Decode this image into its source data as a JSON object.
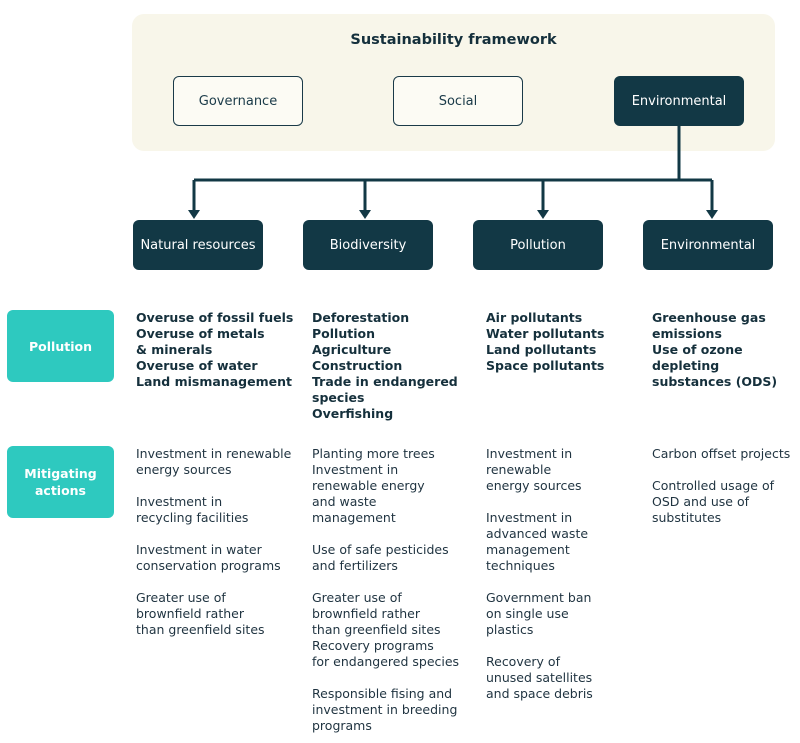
{
  "title": "Sustainability framework",
  "pillars": [
    "Governance",
    "Social",
    "Environmental"
  ],
  "categories": [
    "Natural resources",
    "Biodiversity",
    "Pollution",
    "Environmental"
  ],
  "row_labels": {
    "pollution": "Pollution",
    "mitigating_line1": "Mitigating",
    "mitigating_line2": "actions"
  },
  "pollution_row": {
    "natural": [
      "Overuse of fossil fuels",
      "Overuse of metals",
      "& minerals",
      "Overuse of water",
      "Land mismanagement"
    ],
    "biodiversity": [
      "Deforestation",
      "Pollution",
      "Agriculture",
      "Construction",
      "Trade in endangered",
      "species",
      "Overfishing"
    ],
    "pollution": [
      "Air pollutants",
      "Water pollutants",
      "Land pollutants",
      "Space pollutants"
    ],
    "environmental": [
      "Greenhouse gas",
      "emissions",
      "Use of ozone",
      "depleting",
      "substances (ODS)"
    ]
  },
  "mitigating_row": {
    "natural": [
      [
        "Investment in renewable",
        "energy sources"
      ],
      [
        "Investment in",
        "recycling facilities"
      ],
      [
        "Investment in water",
        "conservation programs"
      ],
      [
        "Greater use of",
        "brownfield rather",
        "than greenfield sites"
      ]
    ],
    "biodiversity": [
      [
        "Planting more trees",
        "Investment in",
        "renewable energy",
        "and waste",
        "management"
      ],
      [
        "Use of safe pesticides",
        "and fertilizers"
      ],
      [
        "Greater use of",
        "brownfield rather",
        "than greenfield sites",
        "Recovery programs",
        "for endangered species"
      ],
      [
        "Responsible fising and",
        "investment in breeding",
        "programs"
      ]
    ],
    "pollution": [
      [
        "Investment in",
        "renewable",
        "energy sources"
      ],
      [
        "Investment in",
        "advanced waste",
        "management",
        "techniques"
      ],
      [
        "Government ban",
        "on single use",
        "plastics"
      ],
      [
        "Recovery of",
        "unused satellites",
        "and space debris"
      ]
    ],
    "environmental": [
      [
        "Carbon offset projects"
      ],
      [
        "Controlled usage of",
        "OSD and use of",
        "substitutes"
      ]
    ]
  },
  "colors": {
    "navy": "#123845",
    "teal": "#2ec9bf",
    "panel": "#f8f6ea",
    "text": "#1f3340"
  }
}
